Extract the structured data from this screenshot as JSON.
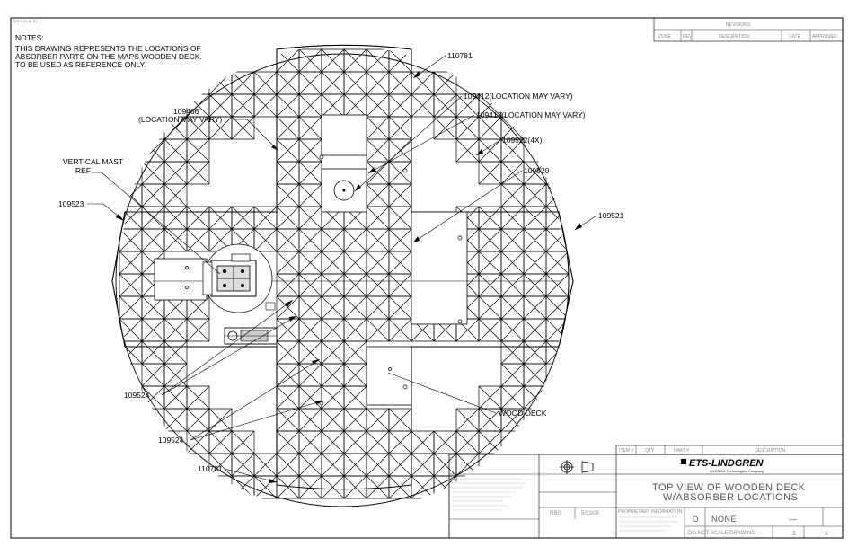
{
  "drawing": {
    "corner_stamp": "OFF LOCAL ID",
    "notes": {
      "title": "NOTES:",
      "lines": [
        "THIS DRAWING REPRESENTS THE LOCATIONS OF",
        "ABSORBER PARTS ON THE MAPS WOODEN DECK.",
        "TO BE USED AS REFERENCE ONLY."
      ]
    },
    "callouts": {
      "top_110781": "110781",
      "p109412": "109412(LOCATION MAY VARY)",
      "p109413": "109413(LOCATION MAY VARY)",
      "p109522": "109522(4X)",
      "p109520": "109520",
      "p109466_line1": "109466",
      "p109466_line2": "(LOCATION MAY VARY)",
      "mast_line1": "VERTICAL MAST",
      "mast_line2": "REF",
      "p109523": "109523",
      "p109521": "109521",
      "p109524_a": "109524",
      "p109524_b": "109524",
      "wood_deck": "WOOD DECK",
      "bottom_110781": "110781"
    },
    "revisions": {
      "title": "REVISIONS",
      "columns": [
        "ZONE",
        "REV",
        "DESCRIPTION",
        "DATE",
        "APPROVED"
      ]
    },
    "parts_list": {
      "item": "ITEM #",
      "qty": "QTY",
      "part": "PART #",
      "description": "DESCRIPTION"
    },
    "title_block": {
      "company": "ETS-LINDGREN",
      "tagline": "An ESCO Technologies Company",
      "title_line1": "TOP VIEW OF WOODEN DECK",
      "title_line2": "W/ABSORBER LOCATIONS",
      "drawn_by": "RBG",
      "date": "5/23/08",
      "size": "D",
      "scale": "NONE",
      "rev": "—",
      "sheet": "1",
      "of": "1",
      "footer": "DO NOT SCALE DRAWING",
      "proprietary": "PROPRIETARY INFORMATION"
    }
  }
}
